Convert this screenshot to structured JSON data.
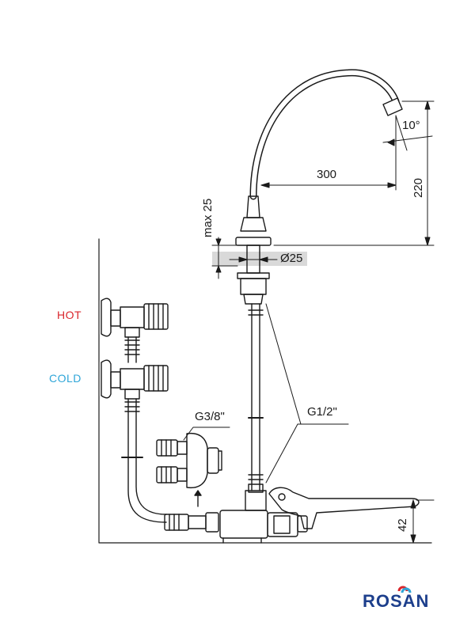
{
  "labels": {
    "hot": "HOT",
    "cold": "COLD",
    "dim_300": "300",
    "dim_220": "220",
    "dim_10deg": "10°",
    "dim_max25": "max 25",
    "dim_d25": "Ø25",
    "thread_g12": "G1/2\"",
    "thread_g38": "G3/8\"",
    "dim_42": "42"
  },
  "brand": {
    "name": "ROSAN",
    "colors": {
      "text": "#1d3f8c",
      "accent_red": "#d9262c",
      "accent_blue": "#2fa6d8"
    }
  },
  "colors": {
    "line": "#1a1a1a",
    "hot": "#d9262c",
    "cold": "#2fa6d8",
    "counter": "#d9d9d9"
  }
}
